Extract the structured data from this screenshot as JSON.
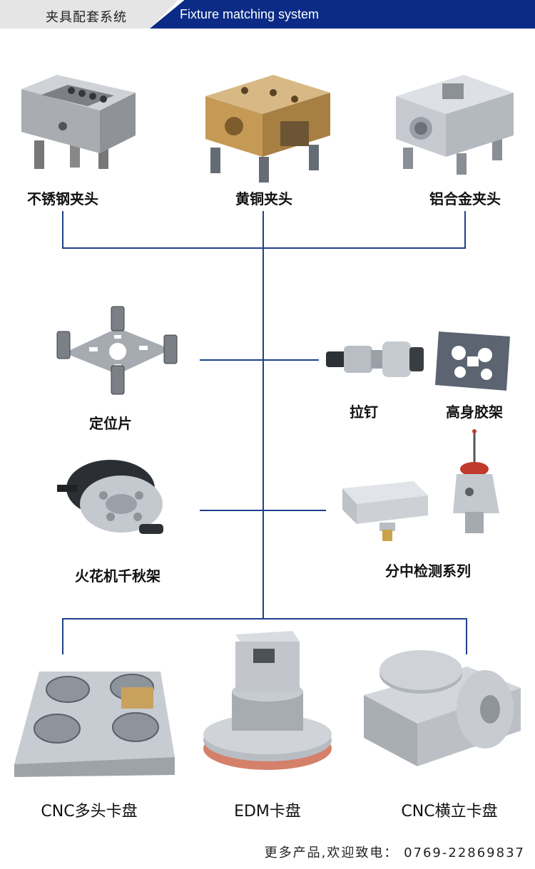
{
  "header": {
    "title_cn": "夹具配套系统",
    "title_en": "Fixture matching system"
  },
  "products": {
    "stainless_chuck": "不锈钢夹头",
    "brass_chuck": "黄铜夹头",
    "aluminum_chuck": "铝合金夹头",
    "locating_plate": "定位片",
    "pull_stud": "拉钉",
    "high_body_holder": "高身胶架",
    "edm_swing_frame": "火花机千秋架",
    "centering_probe_series": "分中检测系列",
    "cnc_multi_head_chuck": "CNC多头卡盘",
    "edm_chuck": "EDM卡盘",
    "cnc_horizontal_vertical_chuck": "CNC横立卡盘"
  },
  "footer": {
    "contact": "更多产品,欢迎致电： 0769-22869837"
  },
  "colors": {
    "accent_blue": "#0b2b86",
    "connector_line": "#1f3f8f"
  }
}
